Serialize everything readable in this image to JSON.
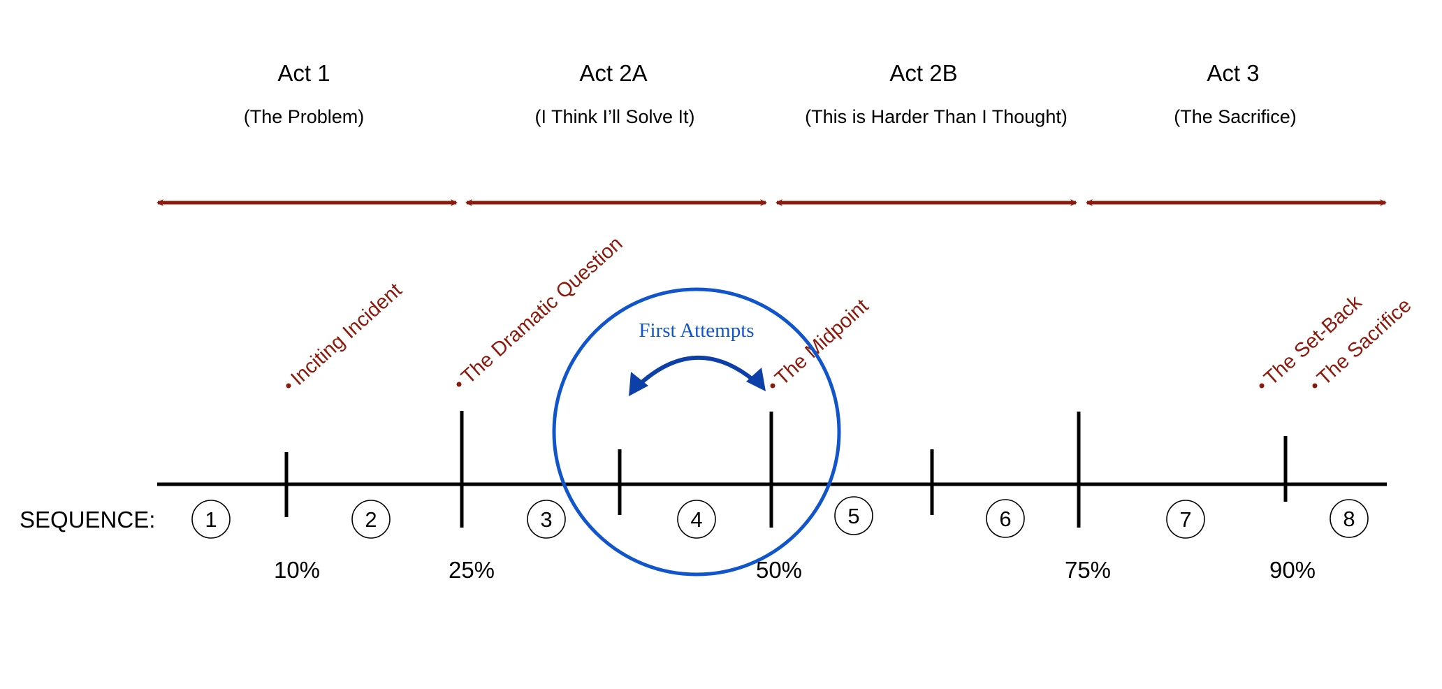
{
  "colors": {
    "arrow": "#8b1a0c",
    "event": "#8b1a0c",
    "highlight": "#1155cc",
    "curve": "#0d3fa8",
    "line": "#000000"
  },
  "acts": [
    {
      "title": "Act 1",
      "subtitle": "(The Problem)"
    },
    {
      "title": "Act 2A",
      "subtitle": "(I Think I’ll Solve It)"
    },
    {
      "title": "Act 2B",
      "subtitle": "(This is Harder Than I Thought)"
    },
    {
      "title": "Act 3",
      "subtitle": "(The Sacrifice)"
    }
  ],
  "events": [
    {
      "label": "Inciting Incident"
    },
    {
      "label": "The Dramatic Question"
    },
    {
      "label": "The Midpoint"
    },
    {
      "label": "The Set-Back"
    },
    {
      "label": "The Sacrifice"
    }
  ],
  "sequence_label": "SEQUENCE:",
  "sequences": [
    "1",
    "2",
    "3",
    "4",
    "5",
    "6",
    "7",
    "8"
  ],
  "percentages": [
    "10%",
    "25%",
    "50%",
    "75%",
    "90%"
  ],
  "highlight": {
    "label": "First Attempts"
  }
}
